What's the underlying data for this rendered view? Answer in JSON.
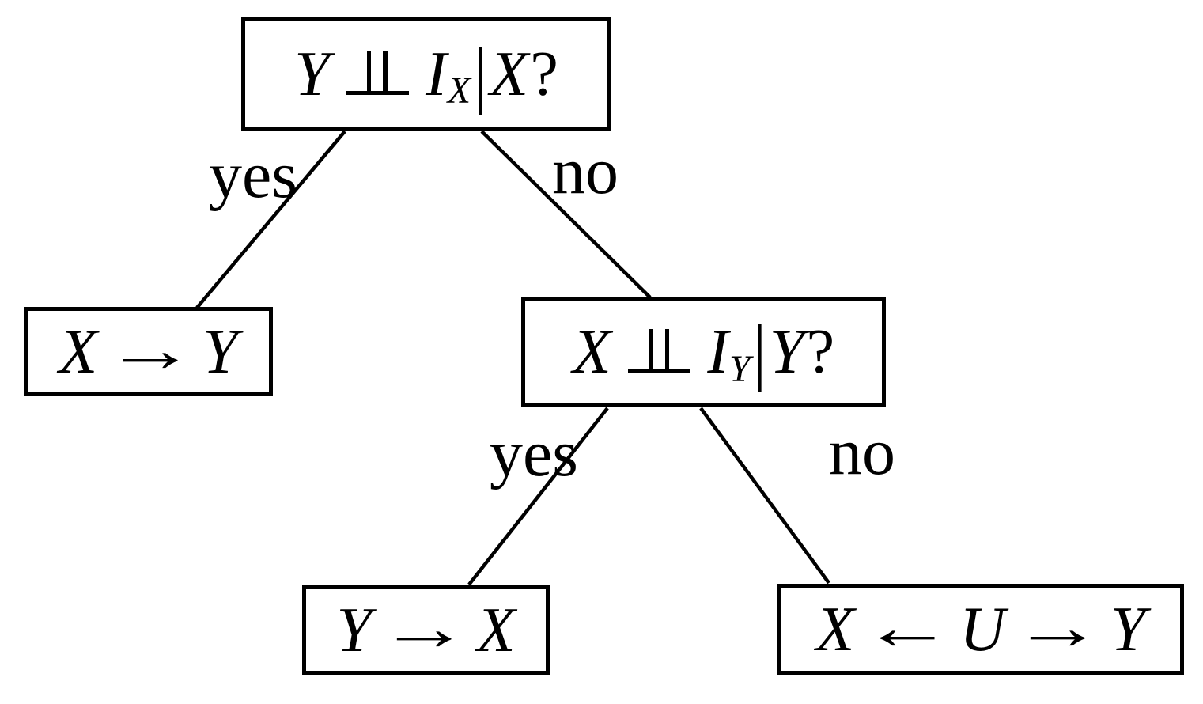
{
  "diagram": {
    "type": "decision-tree",
    "colors": {
      "ink": "#000000",
      "background": "#ffffff"
    },
    "icons": {
      "independence": "double-up-tack-independence-symbol"
    },
    "nodes": {
      "root": {
        "lhs": "Y",
        "base": "I",
        "sub": "X",
        "pipe": "|",
        "given": "X",
        "qmark": "?"
      },
      "mid": {
        "lhs": "X",
        "base": "I",
        "sub": "Y",
        "pipe": "|",
        "given": "Y",
        "qmark": "?"
      },
      "x_to_y": {
        "from": "X",
        "arrow": "→",
        "to": "Y"
      },
      "y_to_x": {
        "from": "Y",
        "arrow": "→",
        "to": "X"
      },
      "confounder": {
        "left": "X",
        "arrow_left": "←",
        "center": "U",
        "arrow_right": "→",
        "right": "Y"
      }
    },
    "edges": {
      "root_yes": "yes",
      "root_no": "no",
      "mid_yes": "yes",
      "mid_no": "no"
    }
  }
}
